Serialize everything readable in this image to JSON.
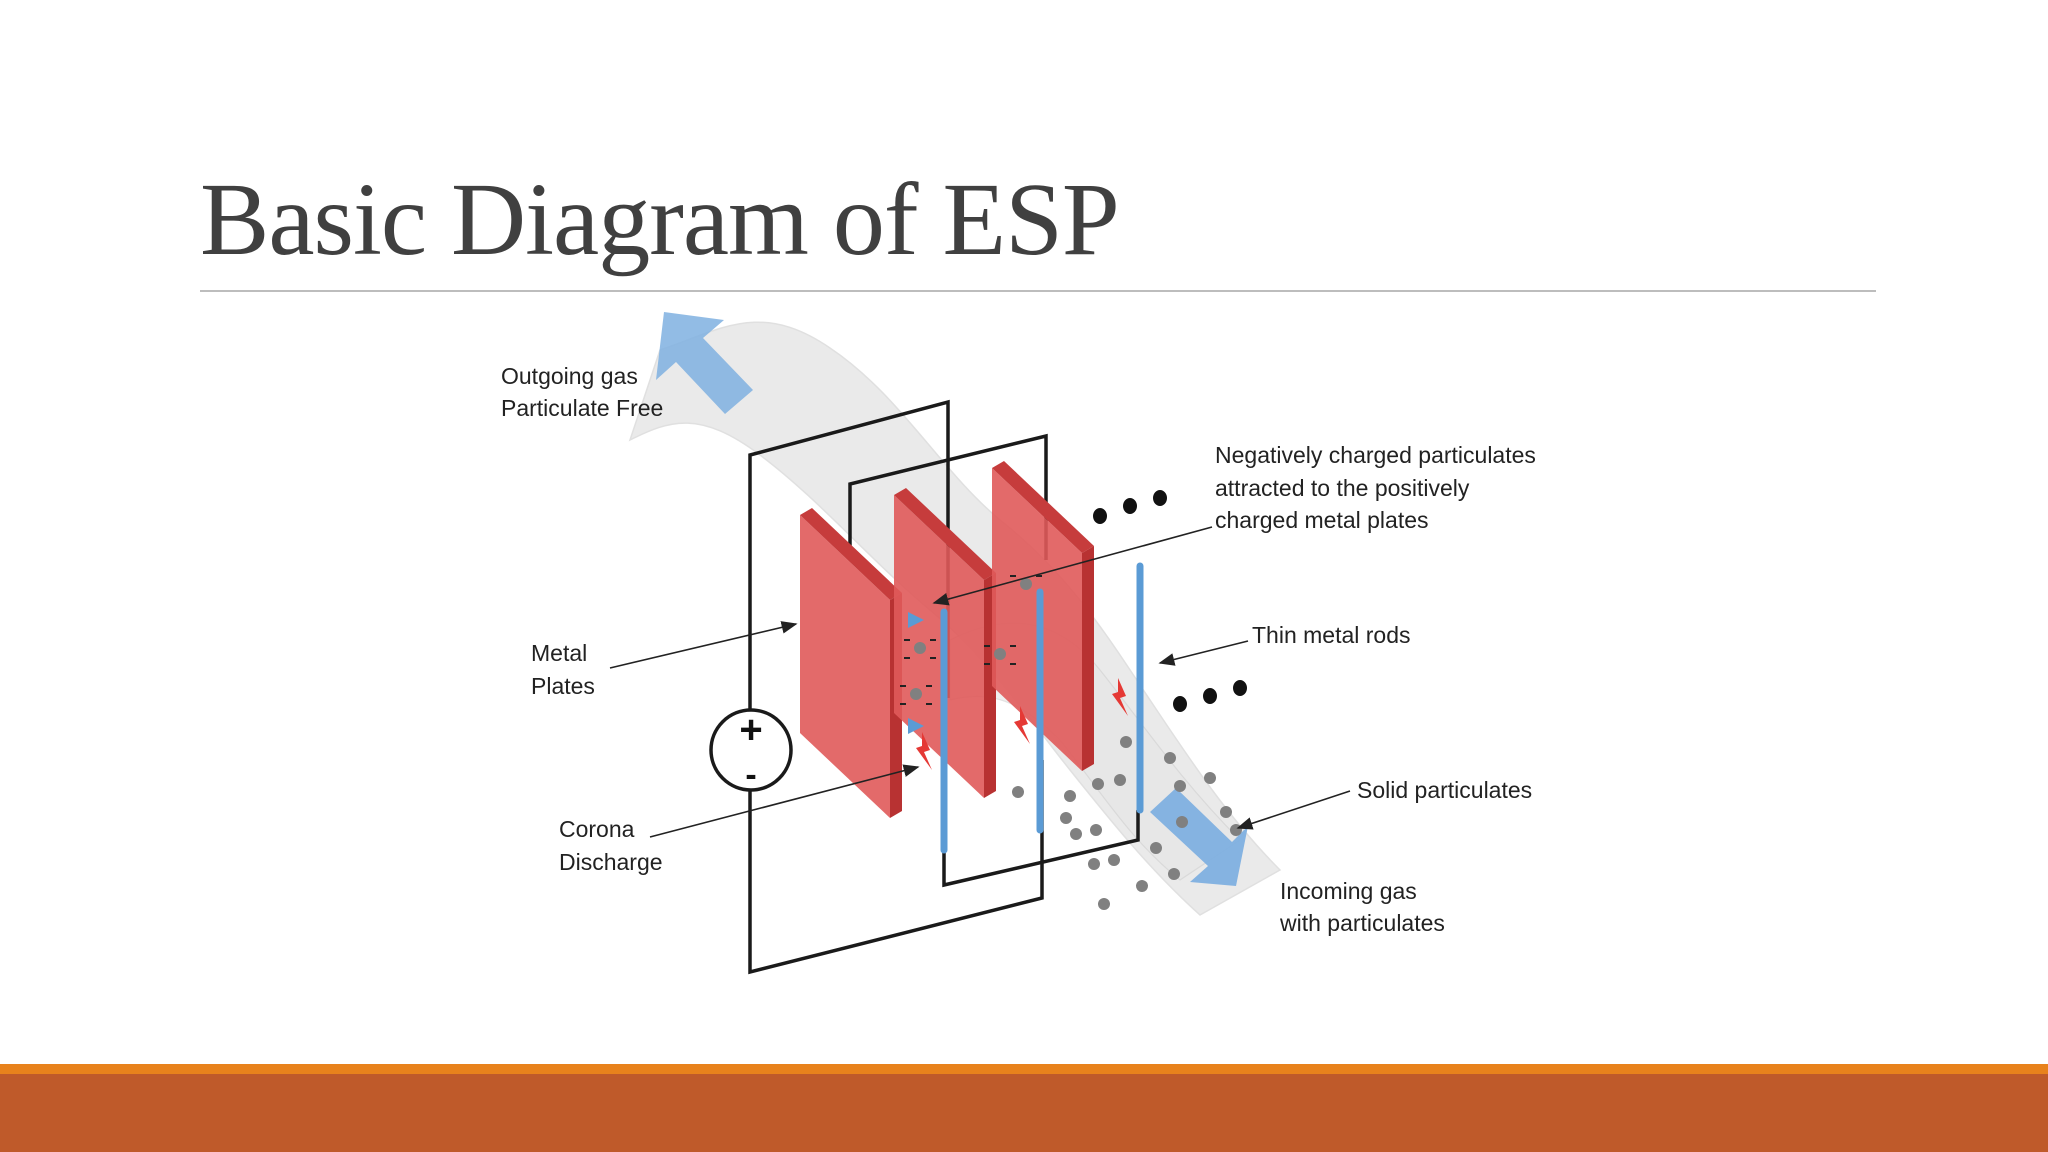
{
  "slide": {
    "title": "Basic Diagram of ESP"
  },
  "diagram": {
    "labels": {
      "outgoing_line1": "Outgoing gas",
      "outgoing_line2": "Particulate Free",
      "neg_line1": "Negatively charged particulates",
      "neg_line2": "attracted to the positively",
      "neg_line3": "charged metal plates",
      "metal_line1": "Metal",
      "metal_line2": "Plates",
      "rods": "Thin metal rods",
      "corona_line1": "Corona",
      "corona_line2": "Discharge",
      "solid": "Solid particulates",
      "incoming_line1": "Incoming gas",
      "incoming_line2": "with particulates"
    },
    "power_source": {
      "plus": "+",
      "minus": "-"
    },
    "colors": {
      "plate": "#e05a5a",
      "plate_edge": "#c63c3c",
      "rod": "#5b9bd5",
      "flow_arrow": "#7fb0e0",
      "particle": "#808080",
      "gas_stream": "#d9d9d9"
    }
  },
  "theme": {
    "accent": "#e8821c",
    "footer": "#bf5a2a",
    "title_color": "#404040"
  }
}
